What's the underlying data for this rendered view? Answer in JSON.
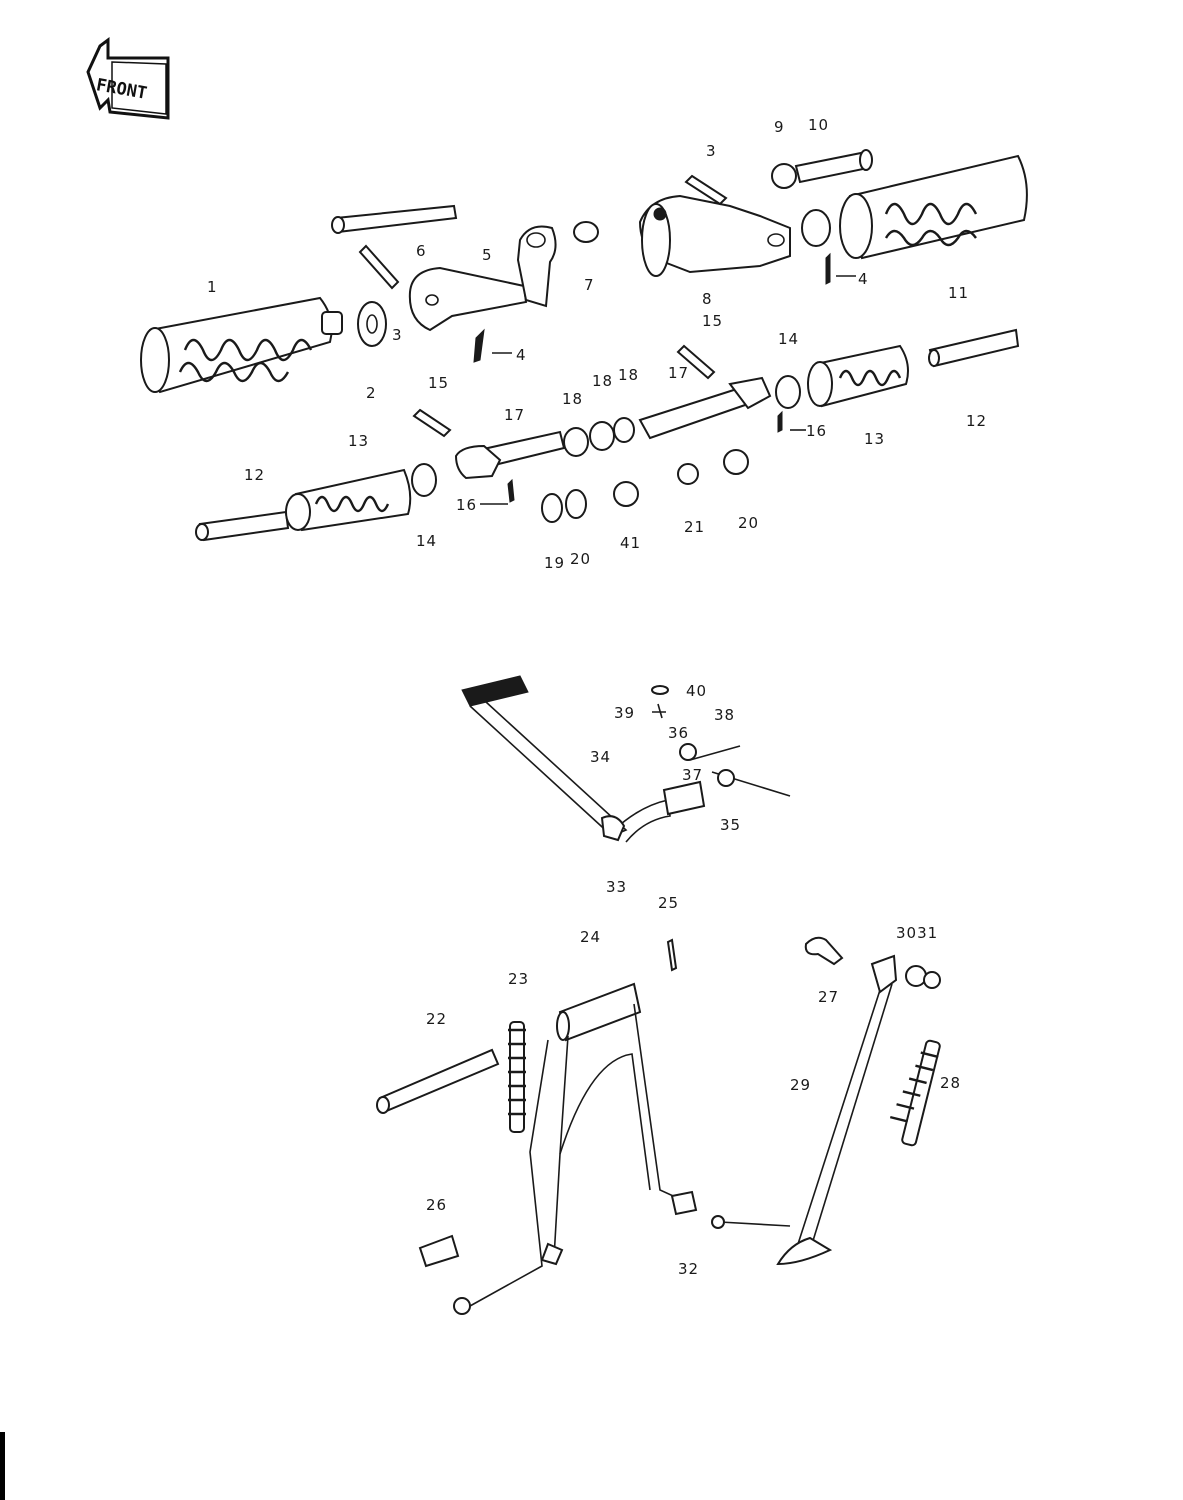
{
  "front_badge": {
    "text": "FRONT"
  },
  "labels": [
    {
      "id": "l1",
      "text": "1"
    },
    {
      "id": "l2",
      "text": "2"
    },
    {
      "id": "l3a",
      "text": "3"
    },
    {
      "id": "l3b",
      "text": "3"
    },
    {
      "id": "l4a",
      "text": "4"
    },
    {
      "id": "l4b",
      "text": "4"
    },
    {
      "id": "l5",
      "text": "5"
    },
    {
      "id": "l6",
      "text": "6"
    },
    {
      "id": "l7",
      "text": "7"
    },
    {
      "id": "l8",
      "text": "8"
    },
    {
      "id": "l9",
      "text": "9"
    },
    {
      "id": "l10",
      "text": "10"
    },
    {
      "id": "l11",
      "text": "11"
    },
    {
      "id": "l12a",
      "text": "12"
    },
    {
      "id": "l12b",
      "text": "12"
    },
    {
      "id": "l13a",
      "text": "13"
    },
    {
      "id": "l13b",
      "text": "13"
    },
    {
      "id": "l14a",
      "text": "14"
    },
    {
      "id": "l14b",
      "text": "14"
    },
    {
      "id": "l15a",
      "text": "15"
    },
    {
      "id": "l15b",
      "text": "15"
    },
    {
      "id": "l16a",
      "text": "16"
    },
    {
      "id": "l16b",
      "text": "16"
    },
    {
      "id": "l17a",
      "text": "17"
    },
    {
      "id": "l17b",
      "text": "17"
    },
    {
      "id": "l18a",
      "text": "18"
    },
    {
      "id": "l18b",
      "text": "18"
    },
    {
      "id": "l18c",
      "text": "18"
    },
    {
      "id": "l19",
      "text": "19"
    },
    {
      "id": "l20a",
      "text": "20"
    },
    {
      "id": "l20b",
      "text": "20"
    },
    {
      "id": "l21a",
      "text": "21"
    },
    {
      "id": "l41",
      "text": "41"
    },
    {
      "id": "l40",
      "text": "40"
    },
    {
      "id": "l39",
      "text": "39"
    },
    {
      "id": "l36",
      "text": "36"
    },
    {
      "id": "l38",
      "text": "38"
    },
    {
      "id": "l34",
      "text": "34"
    },
    {
      "id": "l37",
      "text": "37"
    },
    {
      "id": "l35",
      "text": "35"
    },
    {
      "id": "l33",
      "text": "33"
    },
    {
      "id": "l25",
      "text": "25"
    },
    {
      "id": "l24",
      "text": "24"
    },
    {
      "id": "l23",
      "text": "23"
    },
    {
      "id": "l22",
      "text": "22"
    },
    {
      "id": "l3031",
      "text": "3031"
    },
    {
      "id": "l27",
      "text": "27"
    },
    {
      "id": "l29",
      "text": "29"
    },
    {
      "id": "l28",
      "text": "28"
    },
    {
      "id": "l26",
      "text": "26"
    },
    {
      "id": "l32",
      "text": "32"
    }
  ]
}
